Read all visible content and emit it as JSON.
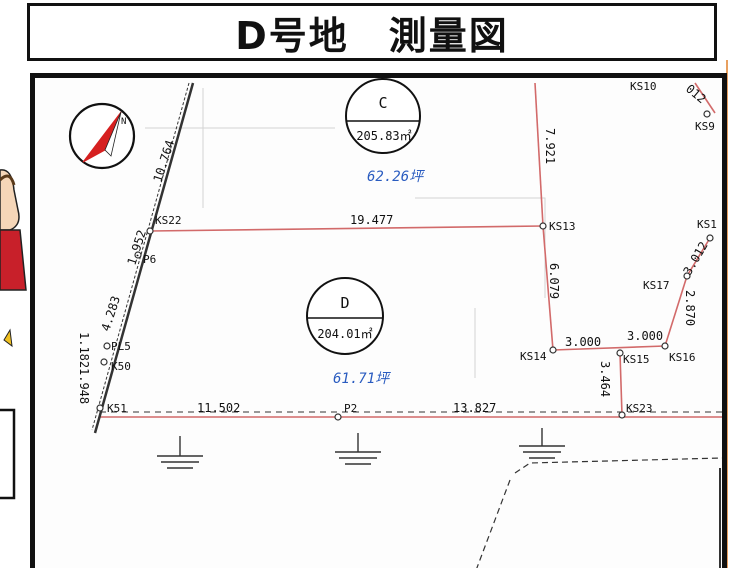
{
  "header": {
    "title": "D号地　測量図"
  },
  "compass": {
    "north_label": "N"
  },
  "lots": [
    {
      "id": "C",
      "area": "205.83㎡",
      "handwritten": "62.26坪"
    },
    {
      "id": "D",
      "area": "204.01㎡",
      "handwritten": "61.71坪"
    }
  ],
  "points": {
    "ks22": "KS22",
    "p6": "P6",
    "pl5": "PL5",
    "k50": "K50",
    "k51": "K51",
    "p2": "P2",
    "ks13": "KS13",
    "ks14": "KS14",
    "ks15": "KS15",
    "ks16": "KS16",
    "ks17": "KS17",
    "ks23": "KS23",
    "ks9": "KS9",
    "ks10": "KS10",
    "ks1": "KS1"
  },
  "distances": {
    "d1": "10.764",
    "d2": "19.477",
    "d3": "7.921",
    "d4": "6.079",
    "d5": "1.952",
    "d6": "4.283",
    "d7": "1.182",
    "d8": "1.948",
    "d9": "11.502",
    "d10": "13.827",
    "d11": "3.000",
    "d12": "3.000",
    "d13": "3.464",
    "d14": "2.870",
    "d15": "3.012",
    "d16": "012"
  }
}
